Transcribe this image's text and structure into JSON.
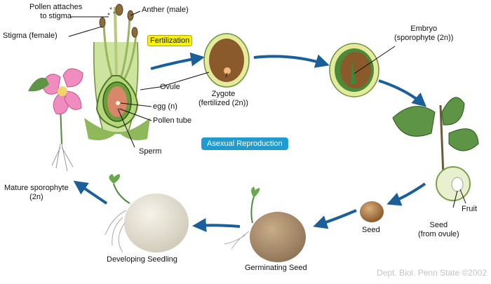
{
  "labels": {
    "pollen_attaches": [
      "Pollen attaches",
      "to stigma"
    ],
    "anther": "Anther (male)",
    "stigma": "Stigma (female)",
    "fertilization": "Fertilization",
    "ovule": "Ovule",
    "egg": "egg (n)",
    "pollen_tube": "Pollen tube",
    "sperm": "Sperm",
    "zygote": [
      "Zygote",
      "(fertilized (2n))"
    ],
    "embryo": [
      "Embryo",
      "(sporophyte (2n))"
    ],
    "asexual": "Asexual Reproduction",
    "mature": [
      "Mature sporophyte",
      "(2n)"
    ],
    "fruit": "Fruit",
    "seed": "Seed",
    "seed_from_ovule": [
      "Seed",
      "(from ovule)"
    ],
    "germinating": "Germinating Seed",
    "developing": "Developing Seedling",
    "credit": "Dept. Biol. Penn State ©2002"
  },
  "colors": {
    "arrow": "#1a5f9a",
    "highlight": "#f6f20e",
    "asexual_badge": "#1f9bd0",
    "seed_brown": "#8b5a2b",
    "leaf_green": "#4d8a3c",
    "petal_pink": "#f08cc0"
  }
}
